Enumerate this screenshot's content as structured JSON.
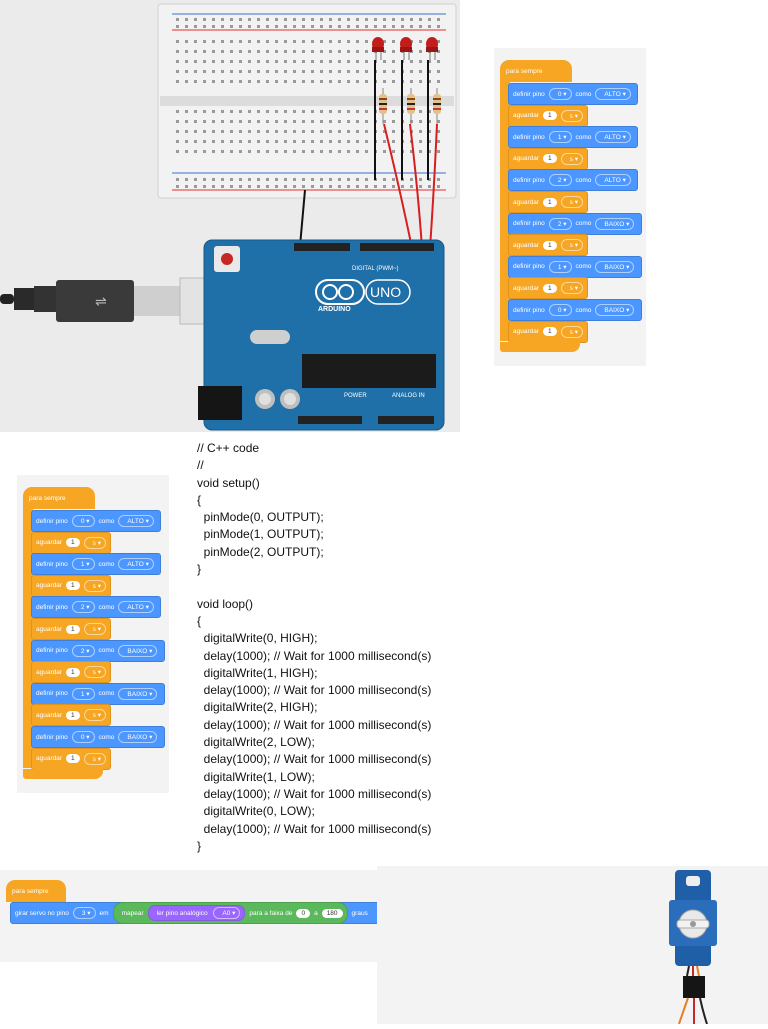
{
  "colors": {
    "event": "#f6a623",
    "motion": "#4c97ff",
    "operator": "#5cb85c",
    "sensor": "#9966ff",
    "board": "#1f6fa8",
    "breadboard": "#f4f4f4"
  },
  "circuit": {
    "board_logo": "UNO",
    "board_brand": "ARDUINO",
    "digital_label": "DIGITAL (PWM~)",
    "power_label": "POWER",
    "analog_label": "ANALOG IN",
    "led_count": 3,
    "led_color": "#d32020",
    "resistor_count": 3
  },
  "blocks_right": {
    "hat": "para sempre",
    "rows": [
      {
        "type": "set",
        "label": "definir pino",
        "pin": "0",
        "como": "como",
        "value": "ALTO"
      },
      {
        "type": "wait",
        "label": "aguardar",
        "num": "1",
        "unit": "s"
      },
      {
        "type": "set",
        "label": "definir pino",
        "pin": "1",
        "como": "como",
        "value": "ALTO"
      },
      {
        "type": "wait",
        "label": "aguardar",
        "num": "1",
        "unit": "s"
      },
      {
        "type": "set",
        "label": "definir pino",
        "pin": "2",
        "como": "como",
        "value": "ALTO"
      },
      {
        "type": "wait",
        "label": "aguardar",
        "num": "1",
        "unit": "s"
      },
      {
        "type": "set",
        "label": "definir pino",
        "pin": "2",
        "como": "como",
        "value": "BAIXO"
      },
      {
        "type": "wait",
        "label": "aguardar",
        "num": "1",
        "unit": "s"
      },
      {
        "type": "set",
        "label": "definir pino",
        "pin": "1",
        "como": "como",
        "value": "BAIXO"
      },
      {
        "type": "wait",
        "label": "aguardar",
        "num": "1",
        "unit": "s"
      },
      {
        "type": "set",
        "label": "definir pino",
        "pin": "0",
        "como": "como",
        "value": "BAIXO"
      },
      {
        "type": "wait",
        "label": "aguardar",
        "num": "1",
        "unit": "s"
      }
    ]
  },
  "blocks_left": {
    "hat": "para sempre",
    "rows": [
      {
        "type": "set",
        "label": "definir pino",
        "pin": "0",
        "como": "como",
        "value": "ALTO"
      },
      {
        "type": "wait",
        "label": "aguardar",
        "num": "1",
        "unit": "s"
      },
      {
        "type": "set",
        "label": "definir pino",
        "pin": "1",
        "como": "como",
        "value": "ALTO"
      },
      {
        "type": "wait",
        "label": "aguardar",
        "num": "1",
        "unit": "s"
      },
      {
        "type": "set",
        "label": "definir pino",
        "pin": "2",
        "como": "como",
        "value": "ALTO"
      },
      {
        "type": "wait",
        "label": "aguardar",
        "num": "1",
        "unit": "s"
      },
      {
        "type": "set",
        "label": "definir pino",
        "pin": "2",
        "como": "como",
        "value": "BAIXO"
      },
      {
        "type": "wait",
        "label": "aguardar",
        "num": "1",
        "unit": "s"
      },
      {
        "type": "set",
        "label": "definir pino",
        "pin": "1",
        "como": "como",
        "value": "BAIXO"
      },
      {
        "type": "wait",
        "label": "aguardar",
        "num": "1",
        "unit": "s"
      },
      {
        "type": "set",
        "label": "definir pino",
        "pin": "0",
        "como": "como",
        "value": "BAIXO"
      },
      {
        "type": "wait",
        "label": "aguardar",
        "num": "1",
        "unit": "s"
      }
    ]
  },
  "code": {
    "lines": [
      "// C++ code",
      "//",
      "void setup()",
      "{",
      "  pinMode(0, OUTPUT);",
      "  pinMode(1, OUTPUT);",
      "  pinMode(2, OUTPUT);",
      "}",
      "",
      "void loop()",
      "{",
      "  digitalWrite(0, HIGH);",
      "  delay(1000); // Wait for 1000 millisecond(s)",
      "  digitalWrite(1, HIGH);",
      "  delay(1000); // Wait for 1000 millisecond(s)",
      "  digitalWrite(2, HIGH);",
      "  delay(1000); // Wait for 1000 millisecond(s)",
      "  digitalWrite(2, LOW);",
      "  delay(1000); // Wait for 1000 millisecond(s)",
      "  digitalWrite(1, LOW);",
      "  delay(1000); // Wait for 1000 millisecond(s)",
      "  digitalWrite(0, LOW);",
      "  delay(1000); // Wait for 1000 millisecond(s)",
      "}"
    ]
  },
  "servo_block": {
    "hat": "para sempre",
    "label_a": "girar servo no pino",
    "pin": "3",
    "label_b": "em",
    "map_label": "mapear",
    "read_label": "ler pino analógico",
    "analog_pin": "A0",
    "range_label": "para a faixa de",
    "from": "0",
    "sep": "a",
    "to": "180",
    "unit": "graus"
  }
}
